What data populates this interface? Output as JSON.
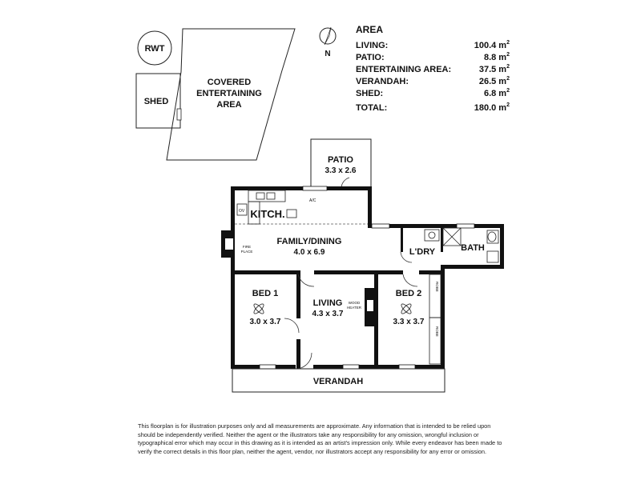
{
  "area": {
    "heading": "AREA",
    "rows": [
      {
        "label": "LIVING:",
        "value": "100.4 m",
        "sup": "2"
      },
      {
        "label": "PATIO:",
        "value": "8.8 m",
        "sup": "2"
      },
      {
        "label": "ENTERTAINING AREA:",
        "value": "37.5 m",
        "sup": "2"
      },
      {
        "label": "VERANDAH:",
        "value": "26.5 m",
        "sup": "2"
      },
      {
        "label": "SHED:",
        "value": "6.8 m",
        "sup": "2"
      }
    ],
    "total": {
      "label": "TOTAL:",
      "value": "180.0 m",
      "sup": "2"
    }
  },
  "compass": {
    "letter": "N",
    "icon": "north-arrow-icon"
  },
  "rooms": {
    "rwt": "RWT",
    "shed": "SHED",
    "covered_line1": "COVERED",
    "covered_line2": "ENTERTAINING",
    "covered_line3": "AREA",
    "patio_name": "PATIO",
    "patio_dims": "3.3 x 2.6",
    "kitchen": "KITCH.",
    "family_name": "FAMILY/DINING",
    "family_dims": "4.0 x 6.9",
    "laundry": "L'DRY",
    "bath": "BATH",
    "bed1_name": "BED 1",
    "bed1_dims": "3.0 x 3.7",
    "living_name": "LIVING",
    "living_dims": "4.3 x 3.7",
    "bed2_name": "BED 2",
    "bed2_dims": "3.3 x 3.7",
    "verandah": "VERANDAH"
  },
  "fixtures": {
    "ac": "A/C",
    "ov": "OV",
    "fireplace_1": "FIRE",
    "fireplace_2": "PLACE",
    "wood_1": "WOOD",
    "wood_2": "HEATER",
    "robe": "ROBE"
  },
  "disclaimer": "This floorplan is for illustration purposes only and all measurements are approximate. Any information that is intended to be relied upon should be independently verified. Neither the agent or the illustrators take any responsibility for any omission, wrongful inclusion or typographical error which may occur in this drawing as it is intended as an artist's impression only. While every endeavor has been made to verify the correct details in this floor plan, neither the agent, vendor, nor illustrators accept any responsibility for any error or omission."
}
